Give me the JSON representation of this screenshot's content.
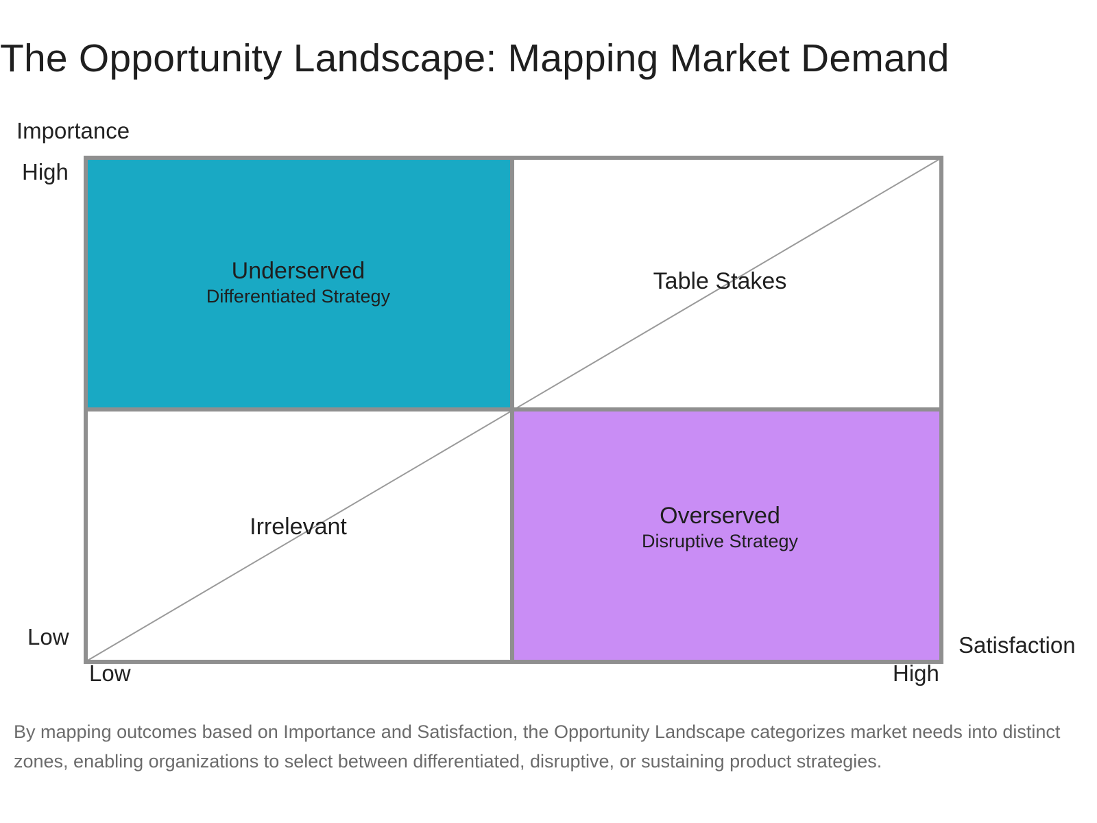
{
  "title": "The Opportunity Landscape: Mapping Market Demand",
  "axes": {
    "y_title": "Importance",
    "y_high": "High",
    "y_low": "Low",
    "x_title": "Satisfaction",
    "x_low": "Low",
    "x_high": "High"
  },
  "quadrants": {
    "top_left": {
      "name": "Underserved",
      "subtitle": "Differentiated Strategy",
      "fill": "#19a9c4"
    },
    "top_right": {
      "name": "Table Stakes",
      "fill": "#ffffff"
    },
    "bottom_left": {
      "name": "Irrelevant",
      "fill": "#ffffff"
    },
    "bottom_right": {
      "name": "Overserved",
      "subtitle": "Disruptive Strategy",
      "fill": "#c98df5"
    }
  },
  "colors": {
    "grid_line": "#8f8f8f",
    "diagonal": "#9a9a9a"
  },
  "caption": "By mapping outcomes based on Importance and Satisfaction, the Opportunity Landscape categorizes market needs into distinct zones, enabling organizations to select between differentiated, disruptive, or sustaining product strategies."
}
